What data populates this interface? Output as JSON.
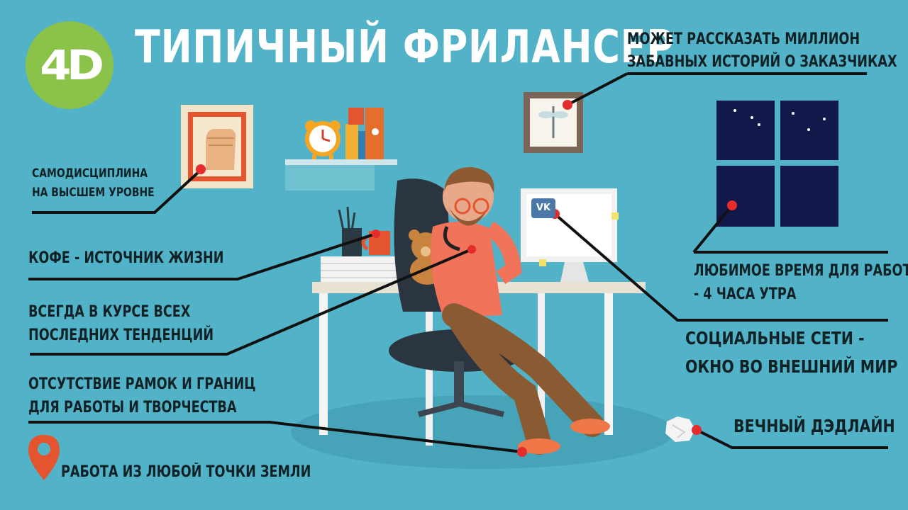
{
  "header": {
    "logo_text": "4D",
    "title": "ТИПИЧНЫЙ ФРИЛАНСЕР"
  },
  "captions": {
    "self_discipline": [
      "САМОДИСЦИПЛИНА",
      "НА ВЫСШЕМ УРОВНЕ"
    ],
    "coffee": "КОФЕ - ИСТОЧНИК ЖИЗНИ",
    "trends": [
      "ВСЕГДА В КУРСЕ ВСЕХ",
      "ПОСЛЕДНИХ ТЕНДЕНЦИЙ"
    ],
    "no_limits": [
      "ОТСУТСТВИЕ РАМОК И ГРАНИЦ",
      "ДЛЯ РАБОТЫ И ТВОРЧЕСТВА"
    ],
    "anywhere": "РАБОТА ИЗ ЛЮБОЙ ТОЧКИ ЗЕМЛИ",
    "stories": [
      "МОЖЕТ РАССКАЗАТЬ МИЛЛИОН",
      "ЗАБАВНЫХ ИСТОРИЙ О ЗАКАЗЧИКАХ"
    ],
    "night_time": [
      "ЛЮБИМОЕ ВРЕМЯ ДЛЯ РАБОТЫ",
      "- 4 ЧАСА УТРА"
    ],
    "social": [
      "СОЦИАЛЬНЫЕ СЕТИ -",
      "ОКНО ВО ВНЕШНИЙ МИР"
    ],
    "deadline": "ВЕЧНЫЙ ДЭДЛАЙН"
  },
  "monitor_badge": "VK",
  "colors": {
    "background": "#52b3c8",
    "logo_green": "#8bc34a",
    "pointer_red": "#e52b2b",
    "window_night": "#13184a",
    "shirt": "#f0735a"
  },
  "icons": [
    "logo",
    "fist-poster-icon",
    "alarm-clock-icon",
    "books-icon",
    "dragonfly-picture-icon",
    "night-window-icon",
    "pencil-cup-icon",
    "coffee-mug-icon",
    "teddy-bear-icon",
    "monitor-icon",
    "crumpled-paper-icon",
    "location-pin-icon"
  ]
}
